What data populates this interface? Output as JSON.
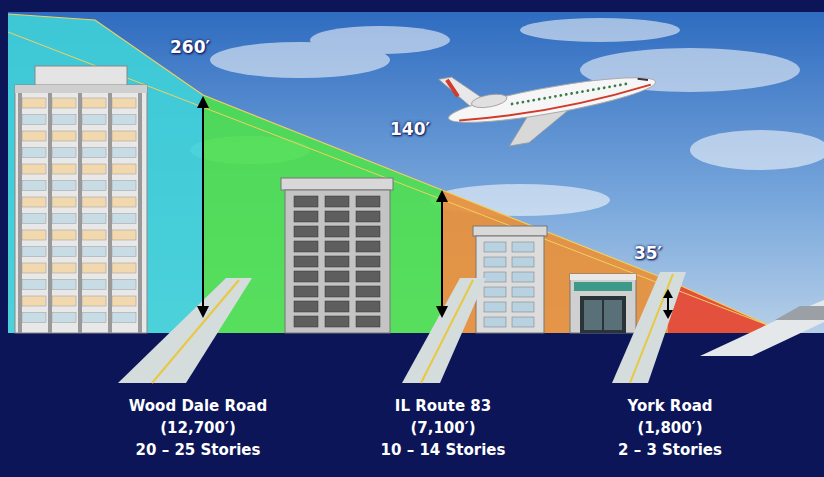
{
  "diagram": {
    "labels": [
      "260′",
      "140′",
      "35′",
      "Wood Dale Road",
      "(12,700′)",
      "20 – 25 Stories",
      "IL Route 83",
      "(7,100′)",
      "10 – 14 Stories",
      "York Road",
      "(1,800′)",
      "2 – 3 Stories"
    ]
  }
}
